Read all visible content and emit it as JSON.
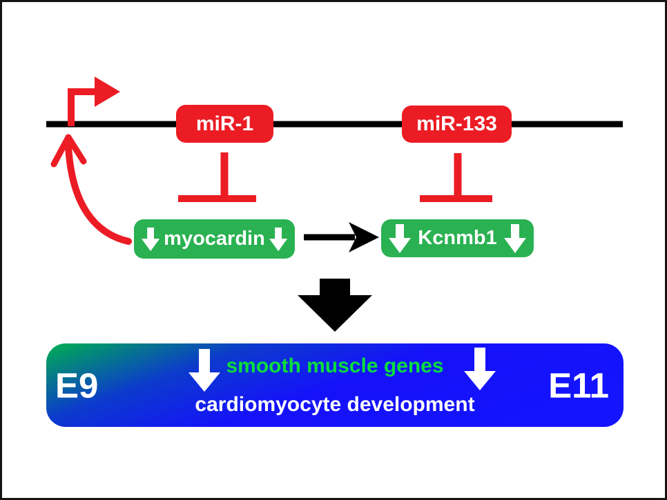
{
  "figure": {
    "type": "gene-regulation-pathway-diagram",
    "gene_track": {
      "mir1_label": "miR-1",
      "mir133_label": "miR-133"
    },
    "targets": {
      "myocardin_label": "myocardin",
      "kcnmb1_label": "Kcnmb1"
    },
    "timeline_bar": {
      "start_stage": "E9",
      "end_stage": "E11",
      "line1": "smooth muscle genes",
      "line2": "cardiomyocyte development"
    },
    "colors": {
      "red": "#EC1C24",
      "green_box": "#2AB152",
      "timeline_gradient_green": "#00B050",
      "timeline_gradient_blue": "#1414FF",
      "bright_green_text": "#0BDC3F",
      "black": "#000000",
      "white": "#FFFFFF"
    },
    "icons": {
      "transcription_start": "bent-right-arrow",
      "inhibition": "red-t-bar",
      "feedback": "curved-up-arrow",
      "induction": "black-right-arrow",
      "consequence": "big-black-down-arrow",
      "decrease": "white-down-block-arrow"
    }
  }
}
